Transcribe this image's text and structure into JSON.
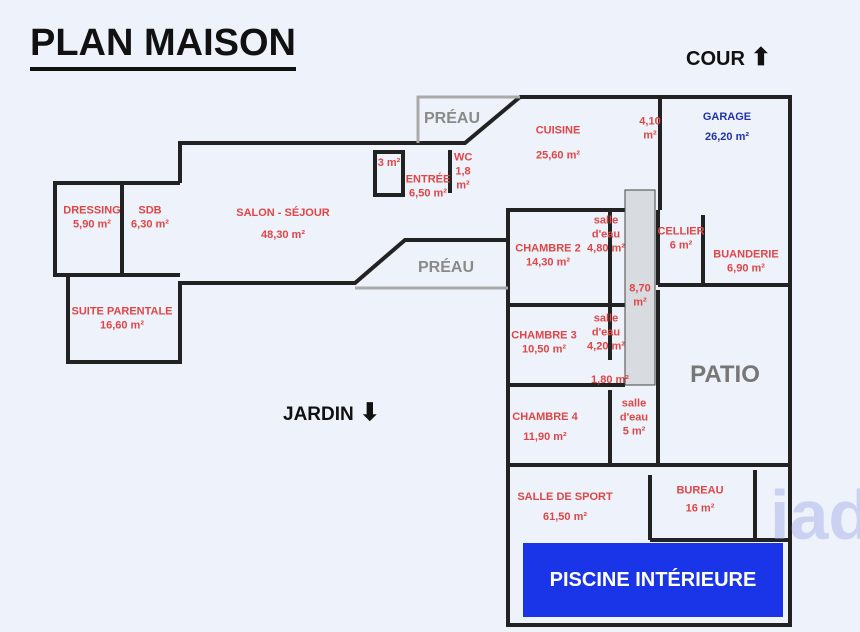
{
  "title": "PLAN MAISON",
  "compass": {
    "north": "COUR",
    "south": "JARDIN"
  },
  "rooms": {
    "dressing": {
      "name": "DRESSING",
      "area": "5,90 m²"
    },
    "sdb": {
      "name": "SDB",
      "area": "6,30 m²"
    },
    "suite": {
      "name": "SUITE PARENTALE",
      "area": "16,60 m²"
    },
    "salon": {
      "name": "SALON - SÉJOUR",
      "area": "48,30 m²"
    },
    "placard": {
      "area": "3 m²"
    },
    "entree": {
      "name": "ENTRÉE",
      "area": "6,50 m²"
    },
    "wc": {
      "name": "WC",
      "area": "1,8 m²"
    },
    "preau1": {
      "name": "PRÉAU"
    },
    "preau2": {
      "name": "PRÉAU"
    },
    "cuisine": {
      "name": "CUISINE",
      "area": "25,60 m²"
    },
    "hall": {
      "area": "4,10 m²"
    },
    "garage": {
      "name": "GARAGE",
      "area": "26,20 m²"
    },
    "chambre2": {
      "name": "CHAMBRE 2",
      "area": "14,30 m²"
    },
    "se1": {
      "name": "salle d'eau",
      "area": "4,80 m²"
    },
    "cellier": {
      "name": "CELLIER",
      "area": "6 m²"
    },
    "buanderie": {
      "name": "BUANDERIE",
      "area": "6,90 m²"
    },
    "couloir": {
      "area": "8,70 m²"
    },
    "chambre3": {
      "name": "CHAMBRE 3",
      "area": "10,50 m²"
    },
    "se2": {
      "name": "salle d'eau",
      "area": "4,20 m²"
    },
    "degagement": {
      "area": "1,80 m²"
    },
    "se3": {
      "name": "salle d'eau",
      "area": "5 m²"
    },
    "chambre4": {
      "name": "CHAMBRE 4",
      "area": "11,90 m²"
    },
    "patio": {
      "name": "PATIO"
    },
    "sport": {
      "name": "SALLE DE SPORT",
      "area": "61,50 m²"
    },
    "bureau": {
      "name": "BUREAU",
      "area": "16 m²"
    },
    "piscine": {
      "name": "PISCINE INTÉRIEURE"
    }
  },
  "watermark": "iad"
}
